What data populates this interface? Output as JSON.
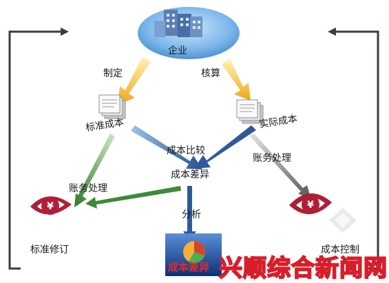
{
  "nodes": {
    "enterprise": "企业",
    "standard_cost": "标准成本",
    "actual_cost": "实际成本",
    "cost_compare": "成本比较",
    "cost_variance": "成本差异",
    "cost_control": "成本控制",
    "standard_revision": "标准修订"
  },
  "edges": {
    "formulate": "制定",
    "accounting": "核算",
    "bookkeeping_left": "账务处理",
    "bookkeeping_right": "账务处理",
    "analysis": "分析"
  },
  "icons": {
    "enterprise": "office-buildings-icon",
    "doc_left": "document-stack-icon",
    "doc_right": "document-stack-icon",
    "money_left": "yen-coin-icon",
    "money_right": "yen-coin-icon",
    "report": "cost-variance-report-icon"
  },
  "report_text": "成本差异",
  "watermark": "兴顺综合新闻网",
  "colors": {
    "ellipse": "#7ab6ea",
    "arrow_yellow": "#f2b21e",
    "arrow_blue": "#2e5a9c",
    "arrow_green": "#3d8a3a",
    "arrow_gray": "#707070",
    "frame": "#3a3a48",
    "money_red": "#b01e38"
  }
}
